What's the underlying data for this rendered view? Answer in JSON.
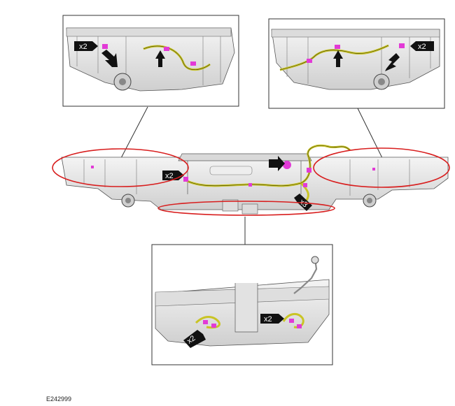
{
  "figure_id": "E242999",
  "callouts": {
    "top_left_qty": "x2",
    "top_right_qty": "x2",
    "center_left_qty": "x2",
    "center_right_qty": "x3",
    "bottom_left_qty": "x2",
    "bottom_center_qty": "x2"
  },
  "colors": {
    "outline": "#2a2a2a",
    "harness": "#d6d12a",
    "connector": "#e23ad6",
    "highlight_ellipse": "#d81e1e",
    "arrow": "#111111",
    "metal": "#e7e7e7"
  }
}
